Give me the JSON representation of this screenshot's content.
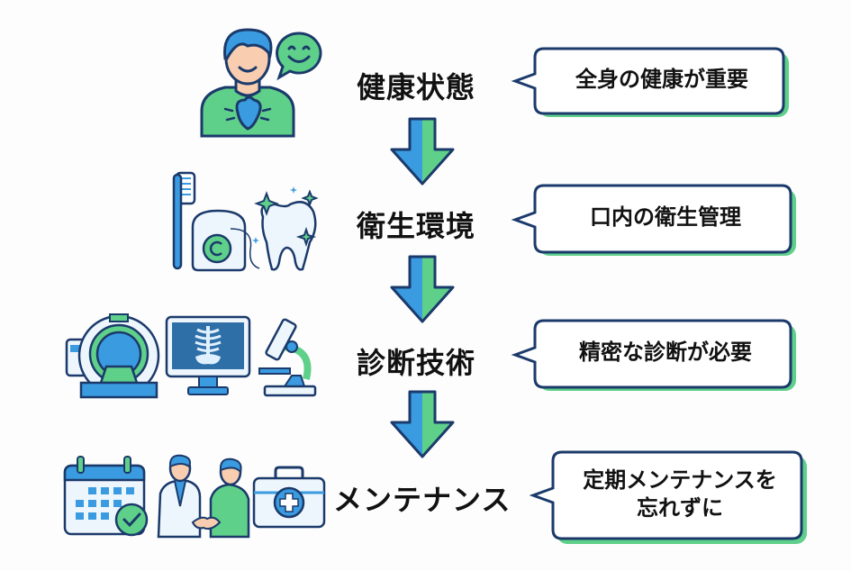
{
  "steps": [
    {
      "label": "健康状態",
      "note": "全身の健康が重要",
      "icons": [
        "person-heart-icon",
        "smiley-speech-bubble-icon"
      ]
    },
    {
      "label": "衛生環境",
      "note": "口内の衛生管理",
      "icons": [
        "toothbrush-icon",
        "dental-floss-icon",
        "sparkling-tooth-icon"
      ]
    },
    {
      "label": "診断技術",
      "note": "精密な診断が必要",
      "icons": [
        "ct-scanner-icon",
        "xray-monitor-icon",
        "microscope-icon"
      ]
    },
    {
      "label": "メンテナンス",
      "note": "定期メンテナンスを\n忘れずに",
      "icons": [
        "calendar-check-icon",
        "doctor-patient-handshake-icon",
        "medical-kit-icon"
      ]
    }
  ],
  "colors": {
    "blue": "#3a9be0",
    "green": "#5fd08a",
    "navy": "#1b3a6b",
    "light_blue": "#d8ebfa"
  }
}
